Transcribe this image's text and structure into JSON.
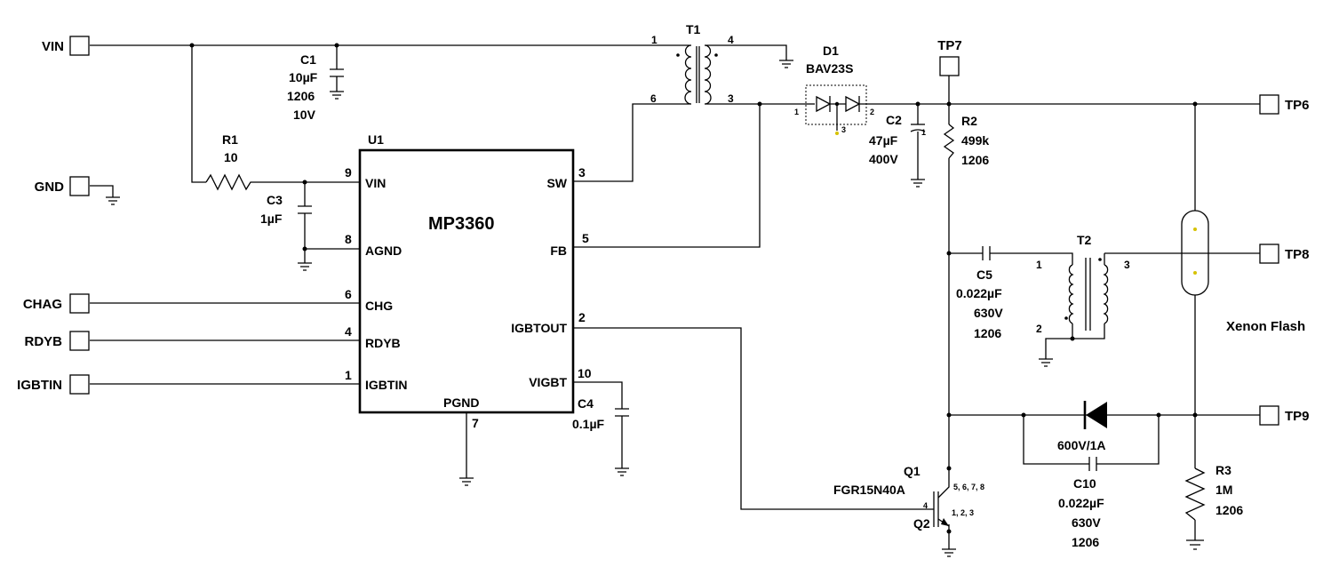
{
  "nets": {
    "vin": "VIN",
    "gnd": "GND",
    "chag": "CHAG",
    "rdyb": "RDYB",
    "igbtin": "IGBTIN",
    "tp6": "TP6",
    "tp7": "TP7",
    "tp8": "TP8",
    "tp9": "TP9"
  },
  "u1": {
    "ref": "U1",
    "part": "MP3360",
    "pins": {
      "vin": {
        "name": "VIN",
        "num": "9"
      },
      "agnd": {
        "name": "AGND",
        "num": "8"
      },
      "chg": {
        "name": "CHG",
        "num": "6"
      },
      "rdyb": {
        "name": "RDYB",
        "num": "4"
      },
      "igbtin": {
        "name": "IGBTIN",
        "num": "1"
      },
      "sw": {
        "name": "SW",
        "num": "3"
      },
      "fb": {
        "name": "FB",
        "num": "5"
      },
      "igbtout": {
        "name": "IGBTOUT",
        "num": "2"
      },
      "vigbt": {
        "name": "VIGBT",
        "num": "10"
      },
      "pgnd": {
        "name": "PGND",
        "num": "7"
      }
    }
  },
  "c1": {
    "ref": "C1",
    "value": "10µF",
    "package": "1206",
    "rating": "10V"
  },
  "r1": {
    "ref": "R1",
    "value": "10"
  },
  "c3": {
    "ref": "C3",
    "value": "1µF"
  },
  "t1": {
    "ref": "T1",
    "pin1": "1",
    "pin4": "4",
    "pin6": "6",
    "pin3": "3"
  },
  "d1": {
    "ref": "D1",
    "part": "BAV23S",
    "pin1": "1",
    "pin2": "2",
    "pin3": "3"
  },
  "c2": {
    "ref": "C2",
    "value": "47µF",
    "rating": "400V",
    "pin_small": "1"
  },
  "r2": {
    "ref": "R2",
    "value": "499k",
    "package": "1206"
  },
  "c4": {
    "ref": "C4",
    "value": "0.1µF"
  },
  "c5": {
    "ref": "C5",
    "value": "0.022µF",
    "rating": "630V",
    "package": "1206"
  },
  "t2": {
    "ref": "T2",
    "pin1": "1",
    "pin2": "2",
    "pin3": "3"
  },
  "flash": {
    "label": "Xenon Flash"
  },
  "diode": {
    "label": "600V/1A"
  },
  "c10": {
    "ref": "C10",
    "value": "0.022µF",
    "rating": "630V",
    "package": "1206"
  },
  "q1": {
    "ref": "Q1",
    "part": "FGR15N40A",
    "ref2": "Q2",
    "pin_gate": "4",
    "pin_drain": "5, 6, 7, 8",
    "pin_source": "1, 2, 3"
  },
  "r3": {
    "ref": "R3",
    "value": "1M",
    "package": "1206"
  }
}
